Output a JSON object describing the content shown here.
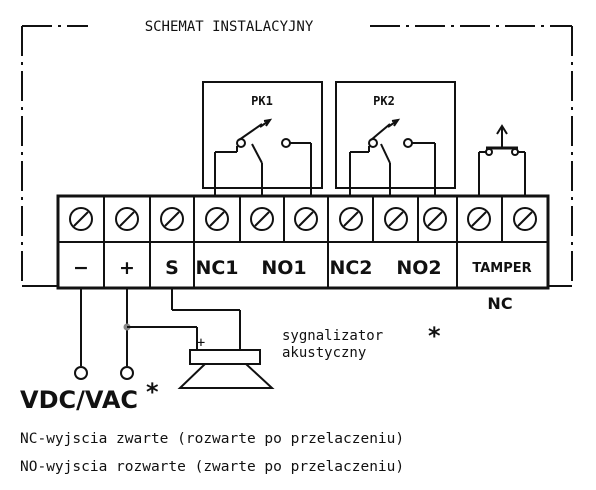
{
  "title": "SCHEMAT INSTALACYJNY",
  "relays": [
    {
      "label": "PK1"
    },
    {
      "label": "PK2"
    }
  ],
  "terminals": {
    "minus": "−",
    "plus": "+",
    "s": "S",
    "nc1": "NC1",
    "no1": "NO1",
    "nc2": "NC2",
    "no2": "NO2",
    "tamper": "TAMPER"
  },
  "tamper_nc": "NC",
  "buzzer": {
    "line1": "sygnalizator",
    "line2": "akustyczny",
    "plus_mark": "+",
    "asterisk": "*"
  },
  "power": {
    "label": "VDC/VAC",
    "asterisk": "*"
  },
  "legend": [
    "NC-wyjscia zwarte (rozwarte po przelaczeniu)",
    "NO-wyjscia rozwarte (zwarte po przelaczeniu)"
  ],
  "icons": [
    "screw-terminal-icon",
    "relay-contact-icon",
    "tamper-switch-icon",
    "buzzer-icon",
    "wire-end-icon"
  ]
}
